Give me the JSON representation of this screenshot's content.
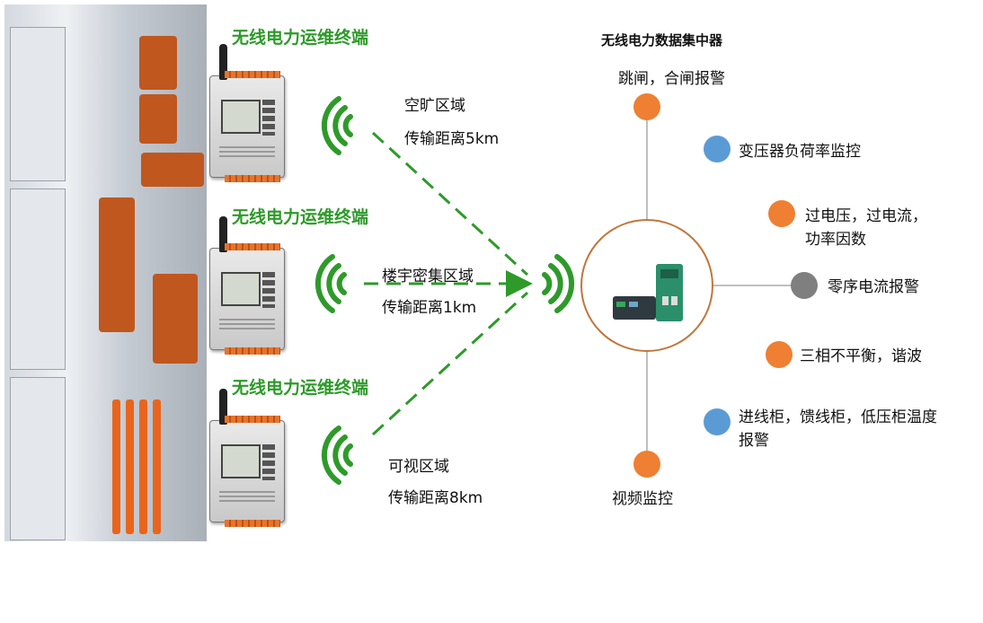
{
  "terminals": [
    {
      "title": "无线电力运维终端"
    },
    {
      "title": "无线电力运维终端"
    },
    {
      "title": "无线电力运维终端"
    }
  ],
  "zones": [
    {
      "area": "空旷区域",
      "distance": "传输距离5km"
    },
    {
      "area": "楼宇密集区域",
      "distance": "传输距离1km"
    },
    {
      "area": "可视区域",
      "distance": "传输距离8km"
    }
  ],
  "hub": {
    "title": "无线电力数据集中器"
  },
  "features": [
    {
      "label": "跳闸，合闸报警",
      "color": "orange"
    },
    {
      "label": "变压器负荷率监控",
      "color": "blue"
    },
    {
      "label": "过电压，过电流，功率因数",
      "color": "orange"
    },
    {
      "label": "零序电流报警",
      "color": "gray"
    },
    {
      "label": "三相不平衡，谐波",
      "color": "orange"
    },
    {
      "label": "进线柜，馈线柜，低压柜温度报警",
      "color": "blue"
    },
    {
      "label": "视频监控",
      "color": "orange"
    }
  ],
  "colors": {
    "green": "#2e9a2a",
    "orange": "#ef7f32",
    "blue": "#5b9bd5",
    "gray": "#7f7f7f",
    "hub_ring": "#c0773c"
  }
}
